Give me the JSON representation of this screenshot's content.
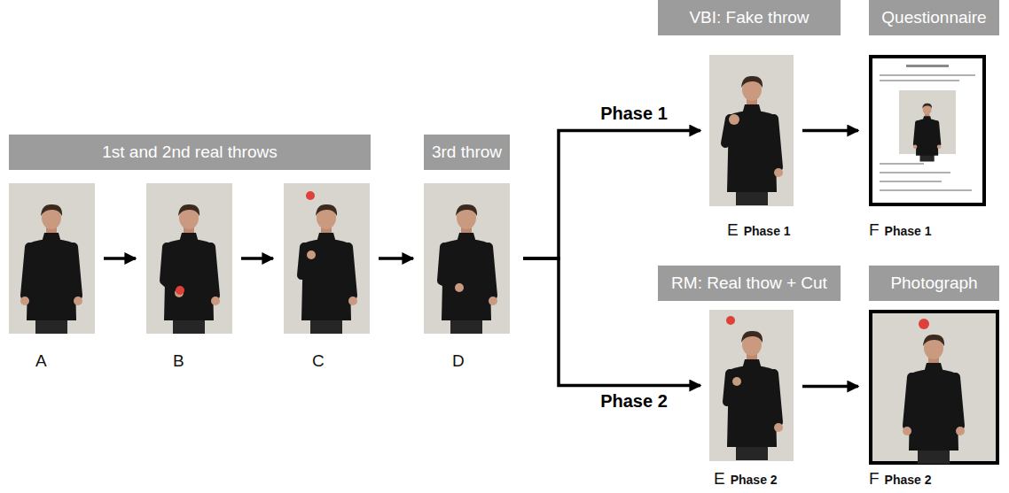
{
  "diagram": {
    "nodes": [
      {
        "text": [
          "1st and 2nd real throws"
        ]
      },
      {
        "text": [
          "A"
        ]
      },
      {
        "text": [
          "B"
        ]
      },
      {
        "text": [
          "C"
        ]
      },
      {
        "text": [
          "3rd throw"
        ]
      },
      {
        "text": [
          "D"
        ]
      },
      {
        "text": [
          "VBI: Fake throw"
        ]
      },
      {
        "text": [
          "E",
          "Phase 1"
        ]
      },
      {
        "text": [
          "Questionnaire"
        ]
      },
      {
        "text": [
          "F",
          "Phase 1"
        ]
      },
      {
        "text": [
          "RM: Real thow + Cut"
        ]
      },
      {
        "text": [
          "E",
          "Phase 2"
        ]
      },
      {
        "text": [
          "Photograph"
        ]
      },
      {
        "text": [
          "F",
          "Phase 2"
        ]
      }
    ],
    "edges": [
      {
        "from": 1,
        "to": 2,
        "arrow": "to"
      },
      {
        "from": 2,
        "to": 3,
        "arrow": "to"
      },
      {
        "from": 3,
        "to": 5,
        "arrow": "to"
      },
      {
        "from": 5,
        "to": 7,
        "label": "Phase 1",
        "arrow": "to"
      },
      {
        "from": 5,
        "to": 11,
        "label": "Phase 2",
        "arrow": "to"
      },
      {
        "from": 7,
        "to": 9,
        "arrow": "to"
      },
      {
        "from": 11,
        "to": 13,
        "arrow": "to"
      }
    ]
  }
}
